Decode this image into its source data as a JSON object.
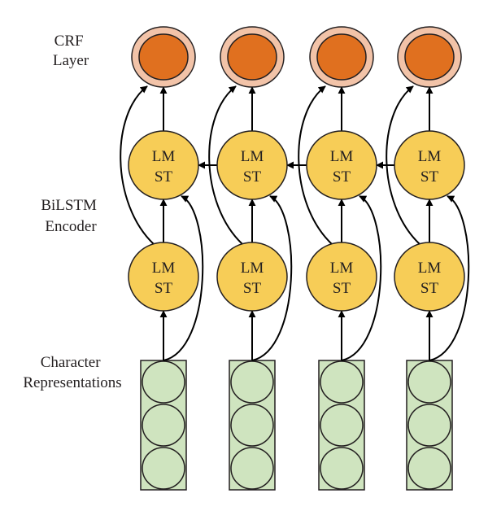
{
  "labels": {
    "crf_line1": "CRF",
    "crf_line2": "Layer",
    "bilstm_line1": "BiLSTM",
    "bilstm_line2": "Encoder",
    "char_line1": "Character",
    "char_line2": "Representations"
  },
  "lstm_unit": {
    "line1": "LM",
    "line2": "ST"
  },
  "columns": 4,
  "char_cells_per_column": 3,
  "colors": {
    "crf_outer": "#f2c3a8",
    "crf_inner": "#e0701f",
    "lstm_fill": "#f7cd57",
    "char_fill": "#cfe4bf",
    "stroke": "#231f20",
    "edge": "#000000"
  }
}
